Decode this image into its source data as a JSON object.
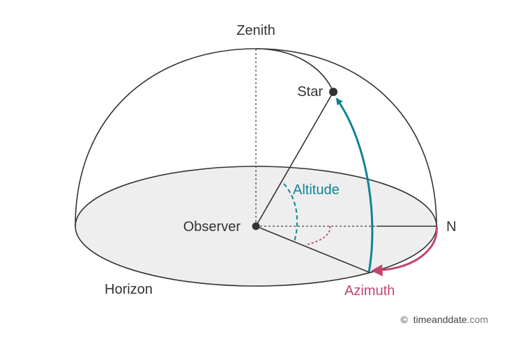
{
  "labels": {
    "zenith": "Zenith",
    "star": "Star",
    "altitude": "Altitude",
    "observer": "Observer",
    "north": "N",
    "horizon": "Horizon",
    "azimuth": "Azimuth"
  },
  "credit": {
    "symbol": "©",
    "brand": "timeanddate",
    "suffix": ".com"
  },
  "colors": {
    "outline": "#333333",
    "horizon_fill": "#eeeeee",
    "altitude": "#0f8393",
    "azimuth": "#c2456e",
    "text": "#333333",
    "credit_text": "#444444"
  }
}
